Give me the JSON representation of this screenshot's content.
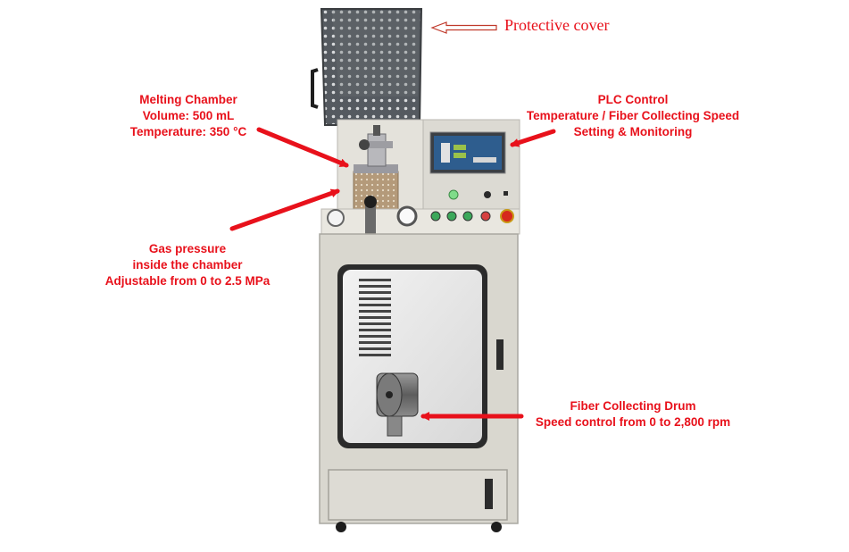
{
  "labels": {
    "protective_cover": "Protective cover",
    "melting_chamber": {
      "line1": "Melting Chamber",
      "line2": "Volume: 500 mL",
      "line3": "Temperature: 350 °C"
    },
    "plc_control": {
      "line1": "PLC Control",
      "line2": "Temperature / Fiber Collecting Speed",
      "line3": "Setting & Monitoring"
    },
    "gas_pressure": {
      "line1": "Gas pressure",
      "line2": "inside the chamber",
      "line3": "Adjustable from 0 to 2.5 MPa"
    },
    "fiber_drum": {
      "line1": "Fiber Collecting Drum",
      "line2": "Speed control from 0 to 2,800 rpm"
    }
  },
  "colors": {
    "annotation": "#e8111b",
    "machine_body": "#d9d7cf",
    "screen": "#2e5d8e"
  }
}
